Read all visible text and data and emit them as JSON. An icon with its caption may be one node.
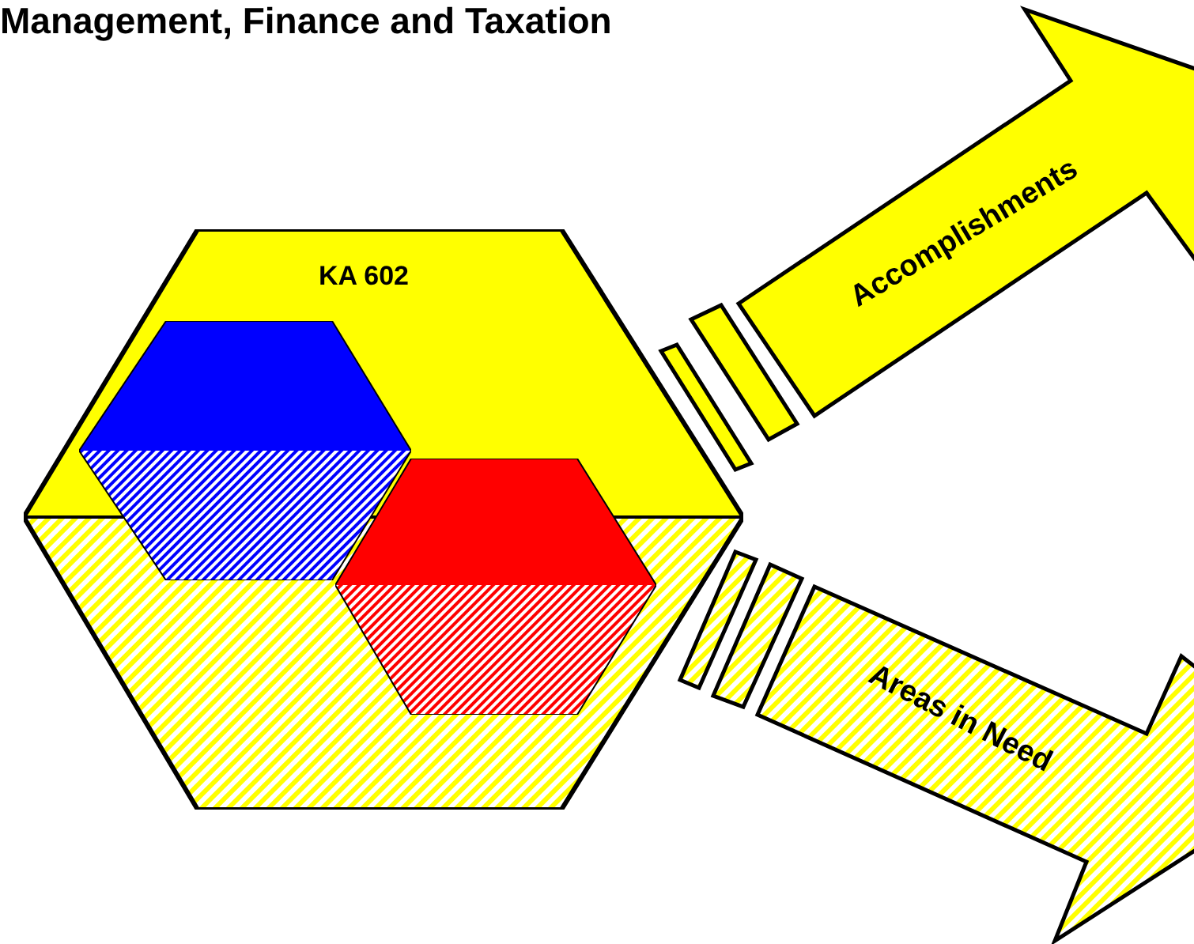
{
  "diagram": {
    "title": "Management, Finance and Taxation",
    "nodes": [
      {
        "text": [
          "KA 602"
        ]
      },
      {
        "text": [],
        "shape": "hexagon",
        "in": 0
      },
      {
        "text": [],
        "shape": "hexagon",
        "in": 0
      },
      {
        "text": [
          "Accomplishments"
        ]
      },
      {
        "text": [
          "Areas in Need"
        ]
      }
    ]
  }
}
